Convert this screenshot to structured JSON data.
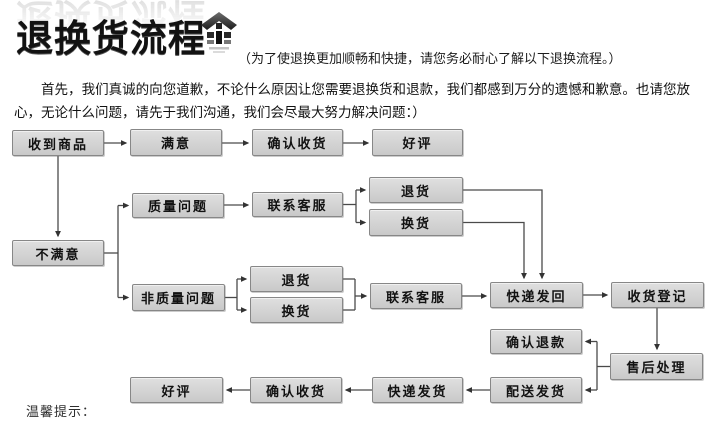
{
  "header": {
    "title": "退换货流程",
    "subtitle": "（为了使退换更加顺畅和快捷，请您务必耐心了解以下退换流程。）",
    "icon": "house-arrow-icon"
  },
  "intro": {
    "text": "首先，我们真诚的向您道歉，不论什么原因让您需要退换货和退款，我们都感到万分的遗憾和歉意。也请您放心，无论什么问题，请先于我们沟通，我们会尽最大努力解决问题：）"
  },
  "flowchart": {
    "nodes": {
      "received": {
        "label": "收到商品"
      },
      "satisfied": {
        "label": "满意"
      },
      "confirm_receipt_top": {
        "label": "确认收货"
      },
      "good_review_top": {
        "label": "好评"
      },
      "quality_issue": {
        "label": "质量问题"
      },
      "contact_cs_quality": {
        "label": "联系客服"
      },
      "return_quality": {
        "label": "退货"
      },
      "exchange_quality": {
        "label": "换货"
      },
      "unsatisfied": {
        "label": "不满意"
      },
      "non_quality_issue": {
        "label": "非质量问题"
      },
      "return_non_quality": {
        "label": "退货"
      },
      "exchange_non_quality": {
        "label": "换货"
      },
      "contact_cs_non_quality": {
        "label": "联系客服"
      },
      "express_return": {
        "label": "快递发回"
      },
      "receipt_register": {
        "label": "收货登记"
      },
      "after_sales": {
        "label": "售后处理"
      },
      "confirm_refund": {
        "label": "确认退款"
      },
      "delivery_ship": {
        "label": "配送发货"
      },
      "express_ship": {
        "label": "快递发货"
      },
      "confirm_receipt_bottom": {
        "label": "确认收货"
      },
      "good_review_bottom": {
        "label": "好评"
      }
    },
    "colors": {
      "node_fill": "#d6d6d6",
      "node_border": "#878787",
      "connector": "#3d3d3d",
      "title": "#121212"
    }
  },
  "footer": {
    "tip_label": "温馨提示："
  }
}
